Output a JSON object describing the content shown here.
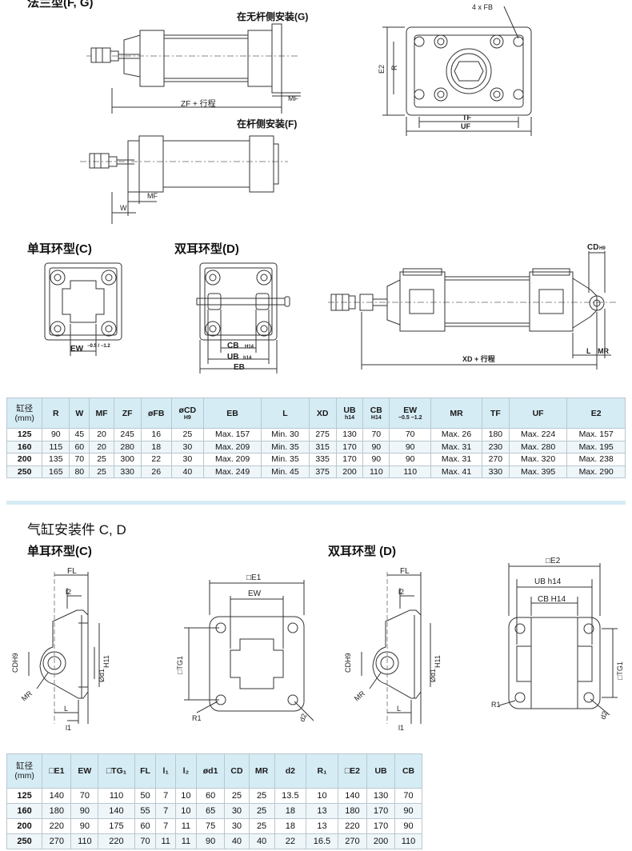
{
  "top": {
    "flange_title": "法兰型(F, G)",
    "label_rodless_side": "在无杆侧安装(G)",
    "label_rod_side": "在杆侧安装(F)",
    "dim_zf": "ZF + 行程",
    "dim_mf": "MF",
    "dim_w": "W",
    "dim_4fb": "4 x FB",
    "dim_e2": "E2",
    "dim_r": "R",
    "dim_tf": "TF",
    "dim_uf": "UF"
  },
  "mid": {
    "single_ear_title": "单耳环型(C)",
    "double_ear_title": "双耳环型(D)",
    "dim_ew": "EW",
    "dim_ew_tol": "−0.5 / −1.2",
    "dim_cb": "CB",
    "dim_cb_sub": "H14",
    "dim_ub": "UB",
    "dim_ub_sub": "h14",
    "dim_eb": "EB",
    "dim_cd": "CD",
    "dim_cd_sub": "H9",
    "dim_xd": "XD + 行程",
    "dim_l": "L",
    "dim_mr": "MR"
  },
  "table1": {
    "headers": [
      {
        "main": "缸径",
        "sub": "(mm)"
      },
      {
        "main": "R",
        "sub": ""
      },
      {
        "main": "W",
        "sub": ""
      },
      {
        "main": "MF",
        "sub": ""
      },
      {
        "main": "ZF",
        "sub": ""
      },
      {
        "main": "øFB",
        "sub": ""
      },
      {
        "main": "øCD",
        "sub": "H9"
      },
      {
        "main": "EB",
        "sub": ""
      },
      {
        "main": "L",
        "sub": ""
      },
      {
        "main": "XD",
        "sub": ""
      },
      {
        "main": "UB",
        "sub": "h14"
      },
      {
        "main": "CB",
        "sub": "H14"
      },
      {
        "main": "EW",
        "sub": "−0.5 −1.2"
      },
      {
        "main": "MR",
        "sub": ""
      },
      {
        "main": "TF",
        "sub": ""
      },
      {
        "main": "UF",
        "sub": ""
      },
      {
        "main": "E2",
        "sub": ""
      }
    ],
    "rows": [
      [
        "125",
        "90",
        "45",
        "20",
        "245",
        "16",
        "25",
        "Max. 157",
        "Min. 30",
        "275",
        "130",
        "70",
        "70",
        "Max. 26",
        "180",
        "Max. 224",
        "Max. 157"
      ],
      [
        "160",
        "115",
        "60",
        "20",
        "280",
        "18",
        "30",
        "Max. 209",
        "Min. 35",
        "315",
        "170",
        "90",
        "90",
        "Max. 31",
        "230",
        "Max. 280",
        "Max. 195"
      ],
      [
        "200",
        "135",
        "70",
        "25",
        "300",
        "22",
        "30",
        "Max. 209",
        "Min. 35",
        "335",
        "170",
        "90",
        "90",
        "Max. 31",
        "270",
        "Max. 320",
        "Max. 238"
      ],
      [
        "250",
        "165",
        "80",
        "25",
        "330",
        "26",
        "40",
        "Max. 249",
        "Min. 45",
        "375",
        "200",
        "110",
        "110",
        "Max. 41",
        "330",
        "Max. 395",
        "Max. 290"
      ]
    ]
  },
  "bottom": {
    "section_title": "气缸安装件 C, D",
    "single_ear_title": "单耳环型(C)",
    "double_ear_title": "双耳环型 (D)",
    "dim_fl": "FL",
    "dim_l2": "l2",
    "dim_cdh9": "CDH9",
    "dim_h11": "H11",
    "dim_od1": "Ød1",
    "dim_mr": "MR",
    "dim_l": "L",
    "dim_l1": "l1",
    "dim_e1": "□E1",
    "dim_ew": "EW",
    "dim_tg1": "□TG1",
    "dim_r1": "R1",
    "dim_d2": "d2",
    "dim_e2": "□E2",
    "dim_ub": "UB h14",
    "dim_cb": "CB H14"
  },
  "table2": {
    "headers": [
      "缸径\n(mm)",
      "□E1",
      "EW",
      "□TG₁",
      "FL",
      "l₁",
      "l₂",
      "ød1",
      "CD",
      "MR",
      "d2",
      "R₁",
      "□E2",
      "UB",
      "CB"
    ],
    "header_main": "缸径",
    "header_sub": "(mm)",
    "rows": [
      [
        "125",
        "140",
        "70",
        "110",
        "50",
        "7",
        "10",
        "60",
        "25",
        "25",
        "13.5",
        "10",
        "140",
        "130",
        "70"
      ],
      [
        "160",
        "180",
        "90",
        "140",
        "55",
        "7",
        "10",
        "65",
        "30",
        "25",
        "18",
        "13",
        "180",
        "170",
        "90"
      ],
      [
        "200",
        "220",
        "90",
        "175",
        "60",
        "7",
        "11",
        "75",
        "30",
        "25",
        "18",
        "13",
        "220",
        "170",
        "90"
      ],
      [
        "250",
        "270",
        "110",
        "220",
        "70",
        "11",
        "11",
        "90",
        "40",
        "40",
        "22",
        "16.5",
        "270",
        "200",
        "110"
      ]
    ]
  },
  "colors": {
    "header_bg": "#d6ecf5",
    "separator": "#d6ecf5",
    "line": "#333333"
  }
}
